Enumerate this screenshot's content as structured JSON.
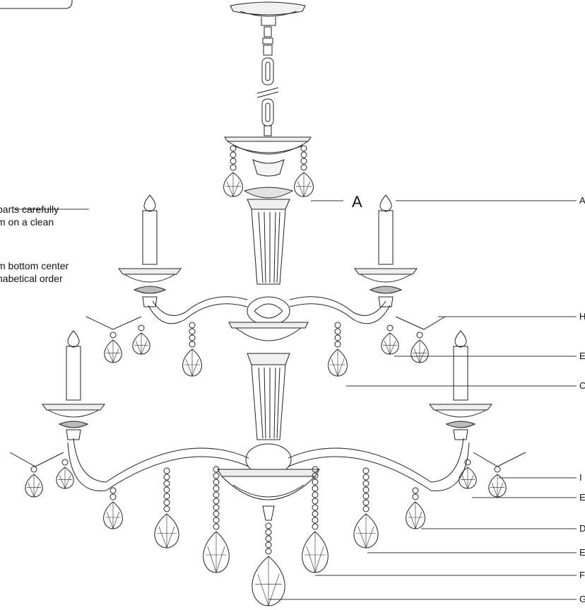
{
  "instructions": {
    "lines": [
      "parts carefully",
      "m on a clean",
      "m bottom center",
      "habetical order"
    ]
  },
  "main_label": "A",
  "callouts": [
    "A",
    "H",
    "E",
    "C",
    "I",
    "E",
    "D",
    "E",
    "F",
    "G"
  ]
}
